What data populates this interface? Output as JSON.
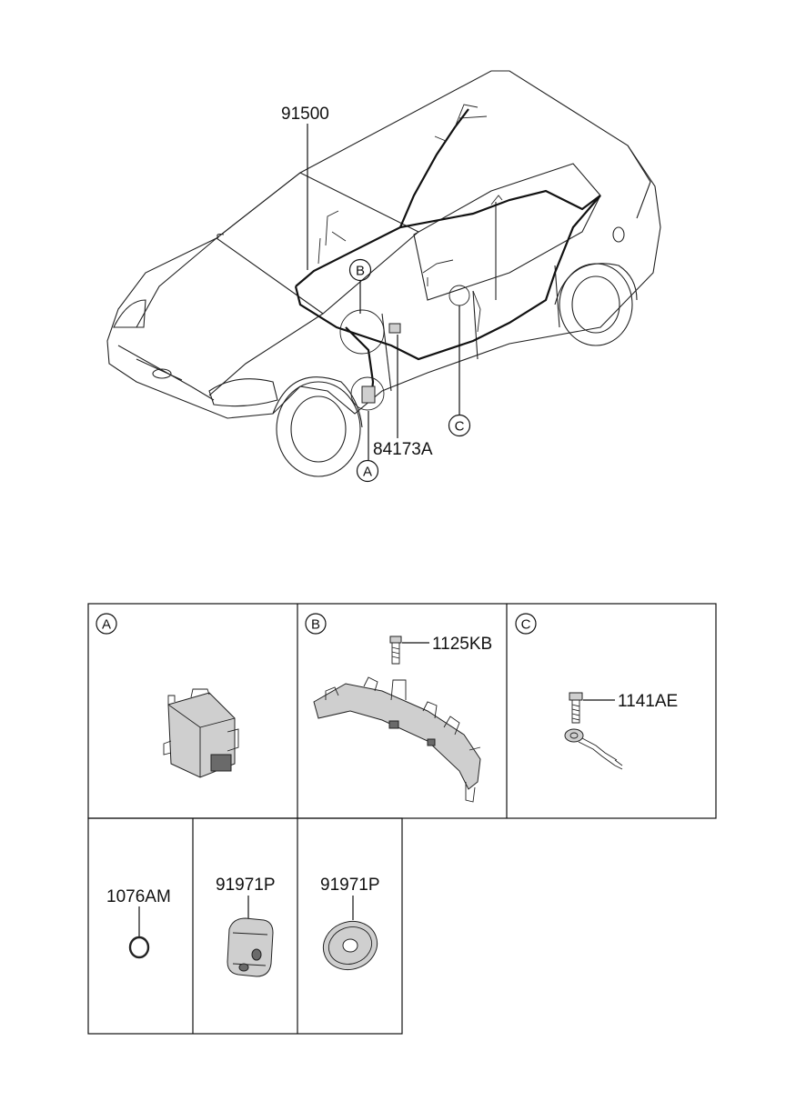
{
  "parts": {
    "harness_main": "91500",
    "bracket_84173A": "84173A",
    "bolt_1125KB": "1125KB",
    "bolt_1141AE": "1141AE",
    "ring_1076AM": "1076AM",
    "grommet_rect": "91971P",
    "grommet_round": "91971P"
  },
  "callouts": {
    "a": "A",
    "b": "B",
    "c": "C"
  }
}
